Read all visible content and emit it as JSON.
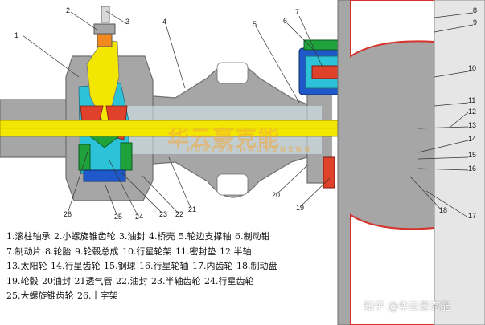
{
  "callouts": [
    "1",
    "2",
    "3",
    "4",
    "5",
    "6",
    "7",
    "8",
    "9",
    "10",
    "11",
    "12",
    "13",
    "14",
    "15",
    "16",
    "17",
    "18",
    "19",
    "20",
    "21",
    "22",
    "23",
    "24",
    "25",
    "26"
  ],
  "legend_rows": [
    "1.滚柱轴承 2.小螺旋锥齿轮 3.油封 4.桥壳 5.轮边支撑轴 6.制动钳",
    "7.制动片 8.轮胎 9.轮毂总成 10.行星轮架 11.密封垫 12.半轴",
    "13.太阳轮 14.行星齿轮 15.钢球 16.行星轮轴 17.内齿轮 18.制动盘",
    "19.轮毂 20油封 21透气管 22.油封 23.半轴齿轮 24.行星齿轮",
    "25.大螺旋锥齿轮 26.十字架"
  ],
  "watermark": {
    "main": "华云豪克能",
    "sub": "HUAYUN HAUKENENG"
  },
  "credit": "知乎 @华云豪克能",
  "colors": {
    "housing": "#a6a6a6",
    "housing_edge": "#6f6f6f",
    "shaft": "#f3e600",
    "differential_red": "#e0412b",
    "green": "#1fa23c",
    "blue": "#1f58c8",
    "orange": "#f08a1f",
    "cyan": "#2cc3d8",
    "tire_red": "#d6322b",
    "pale": "#d8ecf4"
  }
}
